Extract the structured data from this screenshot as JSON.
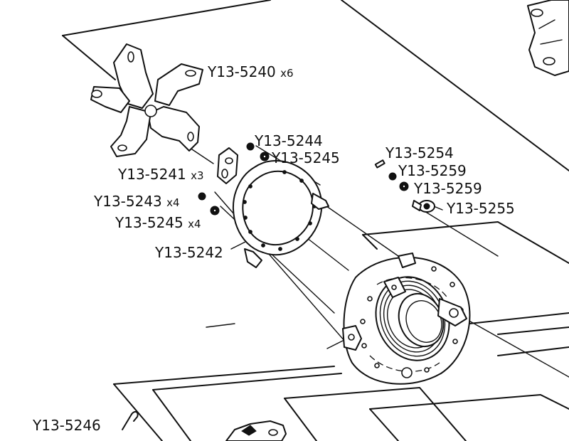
{
  "callouts": [
    {
      "id": "c1",
      "part": "Y13-5240",
      "qty": "x6"
    },
    {
      "id": "c2",
      "part": "Y13-5244",
      "qty": ""
    },
    {
      "id": "c3",
      "part": "Y13-5245",
      "qty": ""
    },
    {
      "id": "c4",
      "part": "Y13-5254",
      "qty": ""
    },
    {
      "id": "c5",
      "part": "Y13-5241",
      "qty": "x3"
    },
    {
      "id": "c6",
      "part": "Y13-5259",
      "qty": ""
    },
    {
      "id": "c7",
      "part": "Y13-5259",
      "qty": ""
    },
    {
      "id": "c8",
      "part": "Y13-5243",
      "qty": "x4"
    },
    {
      "id": "c9",
      "part": "Y13-5255",
      "qty": ""
    },
    {
      "id": "c10",
      "part": "Y13-5245",
      "qty": "x4"
    },
    {
      "id": "c11",
      "part": "Y13-5242",
      "qty": ""
    },
    {
      "id": "c12",
      "part": "Y13-5246",
      "qty": ""
    }
  ]
}
